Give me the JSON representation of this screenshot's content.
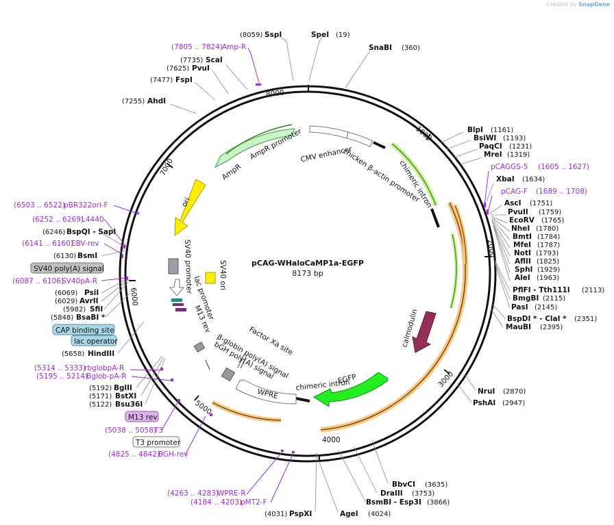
{
  "credit": {
    "prefix": "Created by",
    "brand": "SnapGene"
  },
  "plasmid": {
    "name": "pCAG-WHaloCaMP1a-EGFP",
    "size_label": "8173 bp"
  },
  "ticks": [
    "1000",
    "2000",
    "3000",
    "4000",
    "5000",
    "6000",
    "7000",
    "8000"
  ],
  "enzymes": [
    {
      "pos": "(8059)",
      "name": "SspI"
    },
    {
      "pos": "(19)",
      "name": "SpeI"
    },
    {
      "pos": "(360)",
      "name": "SnaBI"
    },
    {
      "pos": "(7735)",
      "name": "ScaI"
    },
    {
      "pos": "(7625)",
      "name": "PvuI"
    },
    {
      "pos": "(7477)",
      "name": "FspI"
    },
    {
      "pos": "(7255)",
      "name": "AhdI"
    },
    {
      "pos": "(1161)",
      "name": "BlpI"
    },
    {
      "pos": "(1193)",
      "name": "BsiWI"
    },
    {
      "pos": "(1231)",
      "name": "PaqCI"
    },
    {
      "pos": "(1319)",
      "name": "MreI"
    },
    {
      "pos": "(1634)",
      "name": "XbaI"
    },
    {
      "pos": "(1751)",
      "name": "AscI"
    },
    {
      "pos": "(1759)",
      "name": "PvuII"
    },
    {
      "pos": "(1765)",
      "name": "EcoRV"
    },
    {
      "pos": "(1780)",
      "name": "NheI"
    },
    {
      "pos": "(1784)",
      "name": "BmtI"
    },
    {
      "pos": "(1787)",
      "name": "MfeI"
    },
    {
      "pos": "(1793)",
      "name": "NotI"
    },
    {
      "pos": "(1825)",
      "name": "AflII"
    },
    {
      "pos": "(1929)",
      "name": "SphI"
    },
    {
      "pos": "(1963)",
      "name": "AleI"
    },
    {
      "pos": "(2113)",
      "name": "PflFI - Tth111I"
    },
    {
      "pos": "(2115)",
      "name": "BmgBI"
    },
    {
      "pos": "(2145)",
      "name": "PasI"
    },
    {
      "pos": "(2351)",
      "name": "BspDI * - ClaI *"
    },
    {
      "pos": "(2395)",
      "name": "MauBI"
    },
    {
      "pos": "(2870)",
      "name": "NruI"
    },
    {
      "pos": "(2947)",
      "name": "PshAI"
    },
    {
      "pos": "(3635)",
      "name": "BbvCI"
    },
    {
      "pos": "(3753)",
      "name": "DraIII"
    },
    {
      "pos": "(3866)",
      "name": "BsmBI - Esp3I"
    },
    {
      "pos": "(4024)",
      "name": "AgeI"
    },
    {
      "pos": "(4031)",
      "name": "PspXI"
    },
    {
      "pos": "(6246)",
      "name": "BspQI - SapI"
    },
    {
      "pos": "(6130)",
      "name": "BsmI"
    },
    {
      "pos": "(6069)",
      "name": "PsiI"
    },
    {
      "pos": "(6029)",
      "name": "AvrII"
    },
    {
      "pos": "(5982)",
      "name": "SfiI"
    },
    {
      "pos": "(5848)",
      "name": "BsaBI *"
    },
    {
      "pos": "(5658)",
      "name": "HindIII"
    },
    {
      "pos": "(5192)",
      "name": "BglII"
    },
    {
      "pos": "(5171)",
      "name": "BstXI"
    },
    {
      "pos": "(5122)",
      "name": "Bsu36I"
    }
  ],
  "primers": [
    {
      "pos": "(7805 .. 7824)",
      "name": "Amp-R"
    },
    {
      "pos": "(1605 .. 1627)",
      "name": "pCAGGS-5"
    },
    {
      "pos": "(1689 .. 1708)",
      "name": "pCAG-F"
    },
    {
      "pos": "(6503 .. 6522)",
      "name": "pBR322ori-F"
    },
    {
      "pos": "(6252 .. 6269)",
      "name": "L4440"
    },
    {
      "pos": "(6141 .. 6160)",
      "name": "EBV-rev"
    },
    {
      "pos": "(6087 .. 6106)",
      "name": "SV40pA-R"
    },
    {
      "pos": "(5314 .. 5333)",
      "name": "rbglobpA-R"
    },
    {
      "pos": "(5195 .. 5214)",
      "name": "Bglob-pA-R"
    },
    {
      "pos": "(5038 .. 5058)",
      "name": "T3"
    },
    {
      "pos": "(4825 .. 4842)",
      "name": "BGH-rev"
    },
    {
      "pos": "(4263 .. 4283)",
      "name": "WPRE-R"
    },
    {
      "pos": "(4184 .. 4203)",
      "name": "pMT2-F"
    }
  ],
  "boxed_features": [
    "SV40 poly(A) signal",
    "CAP binding site",
    "lac operator",
    "M13 rev",
    "T3 promoter"
  ],
  "features": [
    "CMV enhancer",
    "chicken β-actin promoter",
    "chimeric intron",
    "AmpR promoter",
    "AmpR",
    "ori",
    "SV40 promoter",
    "SV40 ori",
    "lac promoter",
    "M13 rev",
    "calmodulin",
    "Factor Xa site",
    "β-globin poly(A) signal",
    "bGH poly(A) signal",
    "chimeric intron",
    "EGFP",
    "WPRE"
  ],
  "colors": {
    "ampr": "#c8f5c8",
    "ori": "#ffee00",
    "calmodulin": "#93305a",
    "egfp": "#22ee22",
    "primer": "#9c2ccf",
    "sv40box": "#c0c0c0",
    "capbox": "#a8d8e8",
    "m13box": "#e0b0f0",
    "orf_highlight": "#f6c88a",
    "intron_highlight": "#c9ef9c"
  }
}
